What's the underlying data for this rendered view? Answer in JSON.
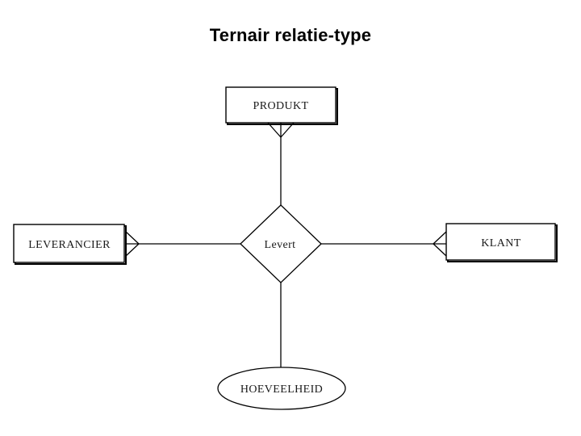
{
  "slide": {
    "title": "Ternair relatie-type",
    "background": "#ffffff"
  },
  "diagram": {
    "type": "entity-relationship",
    "notation": "crow-foot",
    "entities": [
      {
        "id": "produkt",
        "label": "PRODUKT"
      },
      {
        "id": "leverancier",
        "label": "LEVERANCIER"
      },
      {
        "id": "klant",
        "label": "KLANT"
      }
    ],
    "relationship": {
      "label": "Levert"
    },
    "attribute": {
      "label": "HOEVEELHEID"
    },
    "connections": [
      "PRODUKT - Levert",
      "LEVERANCIER - Levert",
      "KLANT - Levert",
      "Levert - HOEVEELHEID"
    ],
    "colors": {
      "line": "#000000",
      "shape_fill": "#ffffff",
      "text": "#1a1a1a",
      "title": "#000000"
    }
  }
}
